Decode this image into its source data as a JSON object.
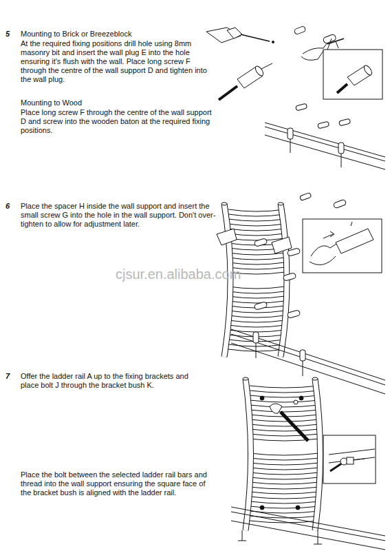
{
  "diagram": {
    "labels": [
      "5",
      "Mounting to Brick or Breezeblock",
      "At the required fixing positions drill hole using 8mm masonry bit and insert the wall plug E into the hole ensuring it's flush with the wall.  Place long screw F through the centre of the wall support D and tighten into the wall plug.",
      "Mounting to Wood",
      "Place long screw F through the centre of the wall support D and screw into the wooden baton at the required fixing positions.",
      "6",
      "Place the spacer H inside the wall support and insert the small screw G into the hole in the wall support.  Don't over-tighten to allow for adjustment later.",
      "7",
      "Offer the ladder rail A up to the fixing brackets and place bolt J through the bracket bush K.",
      "Place the bolt between the selected ladder rail bars and thread into the wall support ensuring the square face of the bracket bush is aligned with the ladder rail.",
      "cjsur.en.alibaba.com"
    ]
  }
}
